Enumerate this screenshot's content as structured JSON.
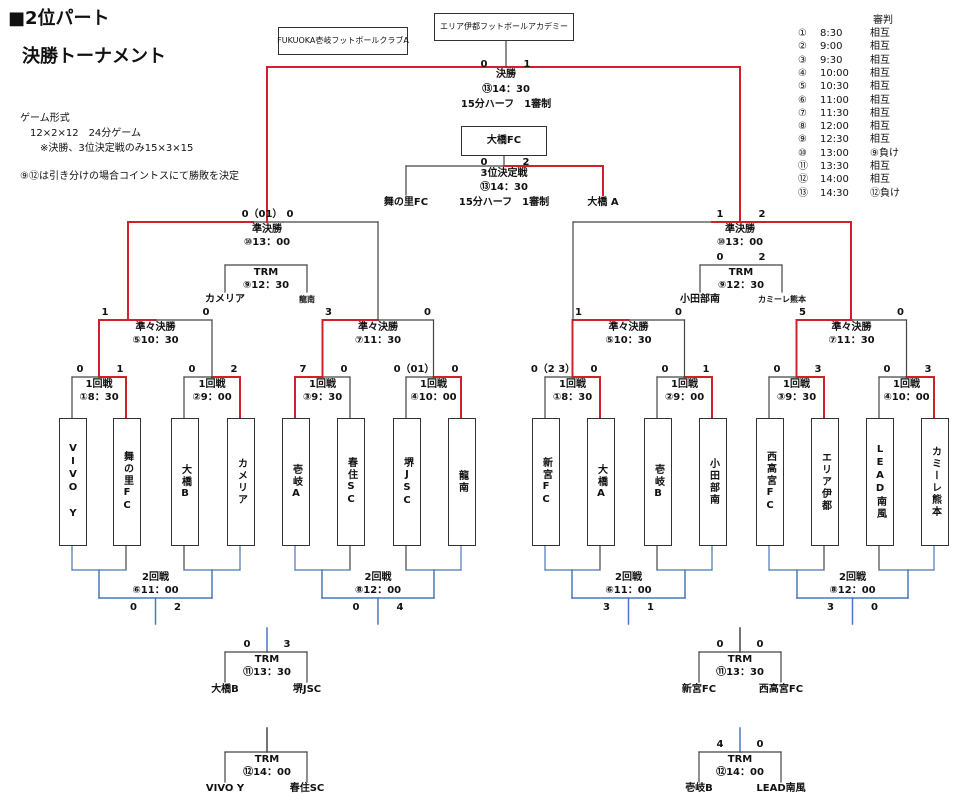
{
  "title": {
    "line1": "■2位パート",
    "line2": "決勝トーナメント"
  },
  "header_boxes": {
    "left": "FUKUOKA壱岐フットボールクラブA",
    "center": "エリア伊都フットボールアカデミー"
  },
  "rules": {
    "heading": "ゲーム形式",
    "line1": "12×2×12　24分ゲーム",
    "line2": "※決勝、3位決定戦のみ15×3×15",
    "note": "⑨⑫は引き分けの場合コイントスにて勝敗を決定"
  },
  "referee": {
    "heading": "審判",
    "rows": [
      {
        "no": "①",
        "time": "8:30",
        "ref": "相互"
      },
      {
        "no": "②",
        "time": "9:00",
        "ref": "相互"
      },
      {
        "no": "③",
        "time": "9:30",
        "ref": "相互"
      },
      {
        "no": "④",
        "time": "10:00",
        "ref": "相互"
      },
      {
        "no": "⑤",
        "time": "10:30",
        "ref": "相互"
      },
      {
        "no": "⑥",
        "time": "11:00",
        "ref": "相互"
      },
      {
        "no": "⑦",
        "time": "11:30",
        "ref": "相互"
      },
      {
        "no": "⑧",
        "time": "12:00",
        "ref": "相互"
      },
      {
        "no": "⑨",
        "time": "12:30",
        "ref": "相互"
      },
      {
        "no": "⑩",
        "time": "13:00",
        "ref": "⑨負け"
      },
      {
        "no": "⑪",
        "time": "13:30",
        "ref": "相互"
      },
      {
        "no": "⑫",
        "time": "14:00",
        "ref": "相互"
      },
      {
        "no": "⑬",
        "time": "14:30",
        "ref": "⑫負け"
      }
    ]
  },
  "teams": [
    "VIVO Y",
    "舞の里FC",
    "大橋B",
    "カメリア",
    "壱岐A",
    "春住SC",
    "堺JSC",
    "龍南",
    "新宮FC",
    "大橋A",
    "壱岐B",
    "小田部南",
    "西高宮FC",
    "エリア伊都",
    "LEAD南風",
    "カミーレ熊本"
  ],
  "first_round": [
    {
      "label": "1回戦",
      "time": "①8：30",
      "scores": [
        "0",
        "1"
      ]
    },
    {
      "label": "1回戦",
      "time": "②9：00",
      "scores": [
        "0",
        "2"
      ]
    },
    {
      "label": "1回戦",
      "time": "③9：30",
      "scores": [
        "7",
        "0"
      ]
    },
    {
      "label": "1回戦",
      "time": "④10：00",
      "scores": [
        "0（01）",
        "0"
      ]
    },
    {
      "label": "1回戦",
      "time": "①8：30",
      "scores": [
        "0（2 3）",
        "0"
      ]
    },
    {
      "label": "1回戦",
      "time": "②9：00",
      "scores": [
        "0",
        "1"
      ]
    },
    {
      "label": "1回戦",
      "time": "③9：30",
      "scores": [
        "0",
        "3"
      ]
    },
    {
      "label": "1回戦",
      "time": "④10：00",
      "scores": [
        "0",
        "3"
      ]
    }
  ],
  "quarter": [
    {
      "label": "準々決勝",
      "time": "⑤10：30",
      "scores": [
        "1",
        "0"
      ]
    },
    {
      "label": "準々決勝",
      "time": "⑦11：30",
      "scores": [
        "3",
        "0"
      ]
    },
    {
      "label": "準々決勝",
      "time": "⑤10：30",
      "scores": [
        "1",
        "0"
      ]
    },
    {
      "label": "準々決勝",
      "time": "⑦11：30",
      "scores": [
        "5",
        "0"
      ]
    }
  ],
  "semi": [
    {
      "label": "準決勝",
      "time": "⑩13：00",
      "scores": [
        "0（01）",
        "0"
      ]
    },
    {
      "label": "準決勝",
      "time": "⑩13：00",
      "scores": [
        "1",
        "2"
      ]
    }
  ],
  "final": {
    "label": "決勝",
    "time": "⑬14：30",
    "format": "15分ハーフ　1審制",
    "scores": [
      "0",
      "1"
    ]
  },
  "third": {
    "winner": "大橋FC",
    "label": "3位決定戦",
    "time": "⑬14：30",
    "format": "15分ハーフ　1審制",
    "scores": [
      "0",
      "2"
    ],
    "left": "舞の里FC",
    "right": "大橋 A"
  },
  "trm_upper": [
    {
      "label": "TRM",
      "time": "⑨12：30",
      "left": "カメリア",
      "right": "龍南",
      "scores": [
        "",
        ""
      ]
    },
    {
      "label": "TRM",
      "time": "⑨12：30",
      "left": "小田部南",
      "right": "カミーレ熊本",
      "scores": [
        "0",
        "2"
      ]
    }
  ],
  "second_round": [
    {
      "label": "2回戦",
      "time": "⑥11：00",
      "scores": [
        "0",
        "2"
      ]
    },
    {
      "label": "2回戦",
      "time": "⑧12：00",
      "scores": [
        "0",
        "4"
      ]
    },
    {
      "label": "2回戦",
      "time": "⑥11：00",
      "scores": [
        "3",
        "1"
      ]
    },
    {
      "label": "2回戦",
      "time": "⑧12：00",
      "scores": [
        "3",
        "0"
      ]
    }
  ],
  "trm_lower": [
    {
      "label": "TRM",
      "time": "⑪13：30",
      "left": "大橋B",
      "right": "堺JSC",
      "scores": [
        "0",
        "3"
      ]
    },
    {
      "label": "TRM",
      "time": "⑫14：00",
      "left": "VIVO Y",
      "right": "春住SC",
      "scores": [
        "",
        ""
      ]
    },
    {
      "label": "TRM",
      "time": "⑪13：30",
      "left": "新宮FC",
      "right": "西高宮FC",
      "scores": [
        "0",
        "0"
      ]
    },
    {
      "label": "TRM",
      "time": "⑫14：00",
      "left": "壱岐B",
      "right": "LEAD南風",
      "scores": [
        "4",
        "0"
      ]
    }
  ],
  "colors": {
    "win": "#d0202a",
    "lose": "#444444",
    "second": "#4a78b8"
  }
}
